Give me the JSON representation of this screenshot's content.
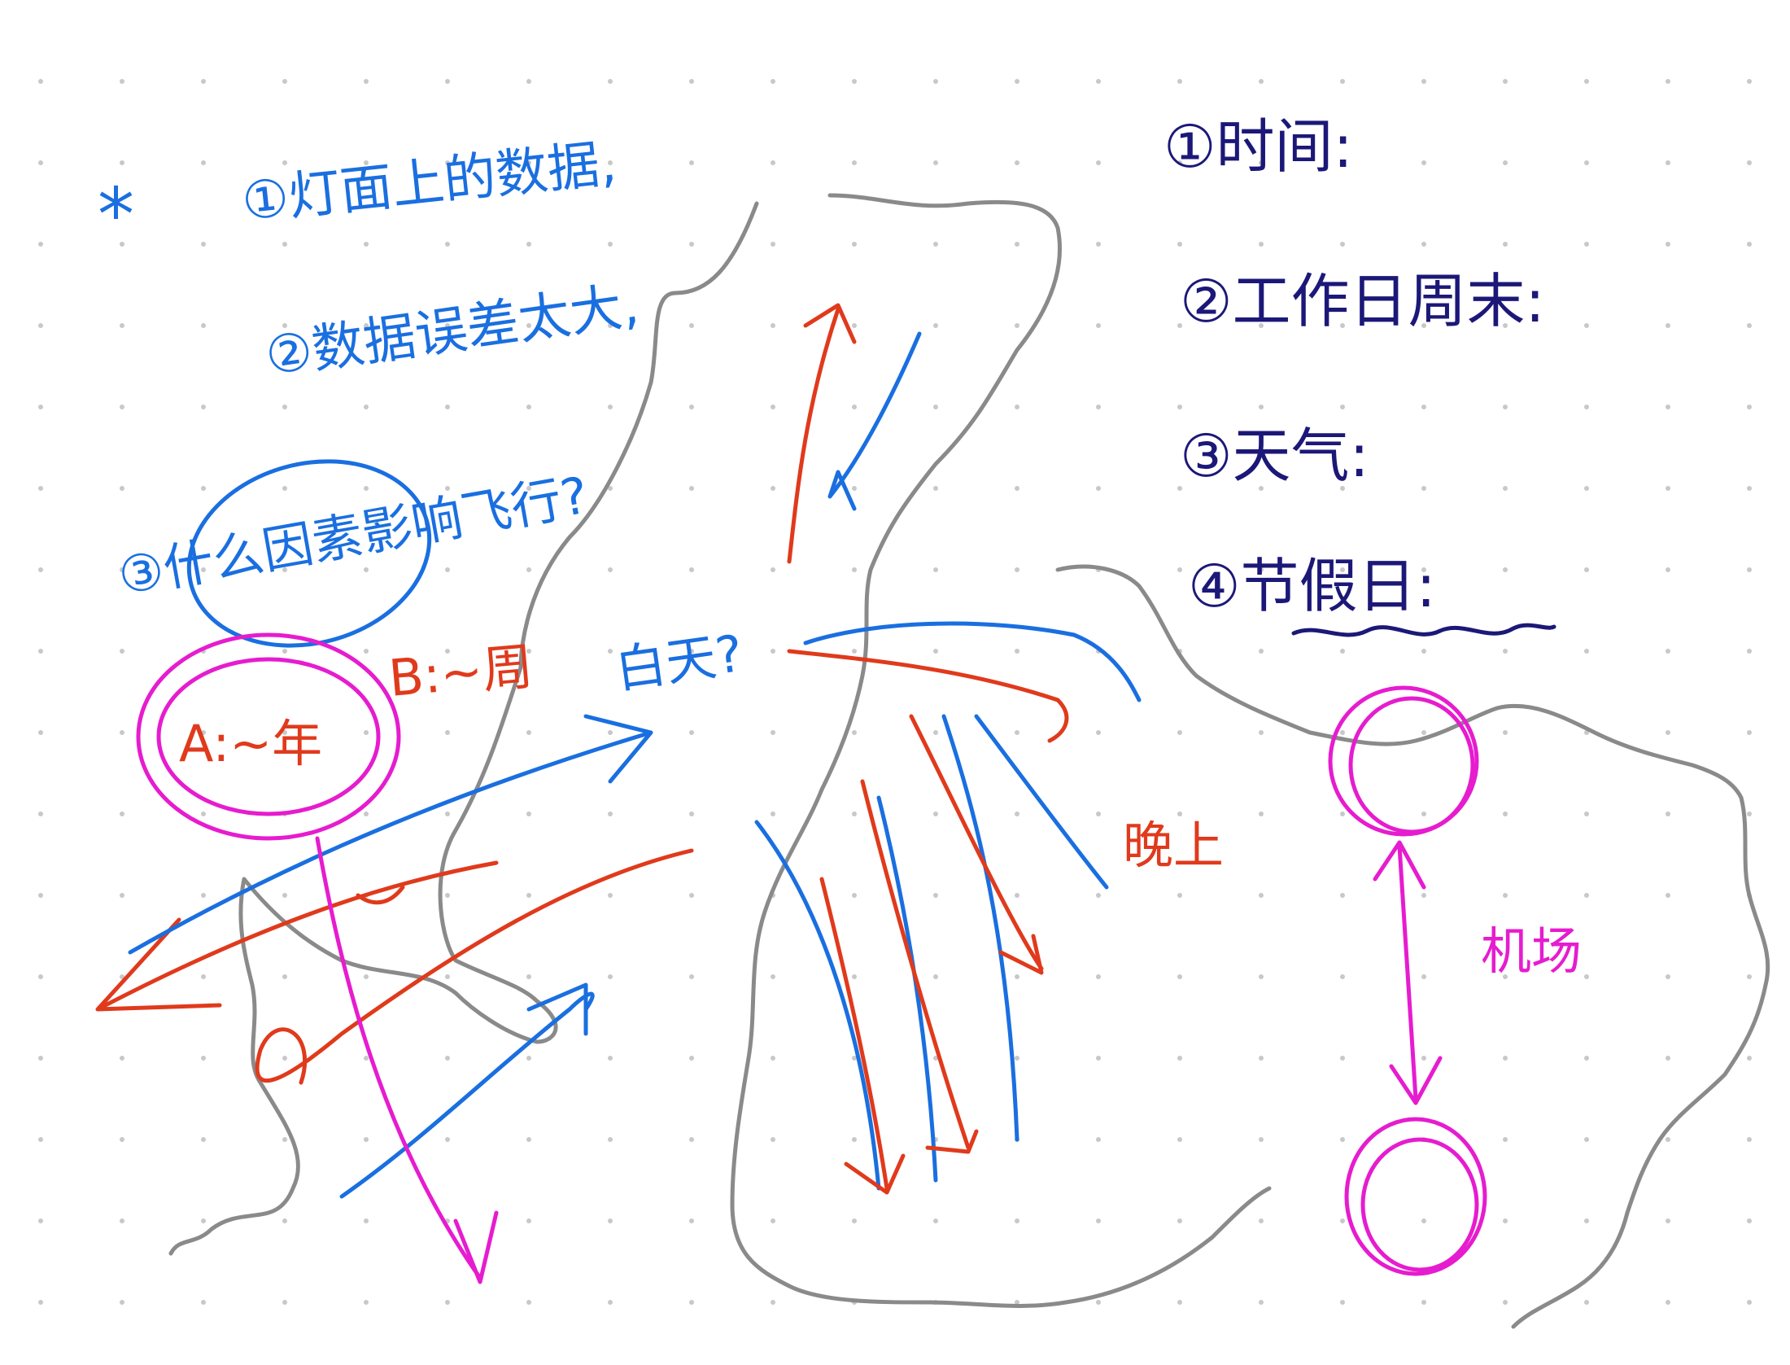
{
  "notes_left": {
    "star": "*",
    "item1": "①灯面上的数据,",
    "item2": "②数据误差太大,",
    "item3": "③什么因素影响飞行?"
  },
  "labels": {
    "a": "A:~年",
    "b": "B:~周",
    "c": "白天?",
    "night": "晚上",
    "extra": "机场"
  },
  "notes_right": {
    "r1": "①时间:",
    "r2": "②工作日周末:",
    "r3": "③天气:",
    "r4": "④节假日:"
  },
  "colors": {
    "blue": "#1a6fe0",
    "navy": "#1c1878",
    "red": "#e03a1c",
    "magenta": "#e61ccf",
    "grey": "#8a8a8a"
  }
}
